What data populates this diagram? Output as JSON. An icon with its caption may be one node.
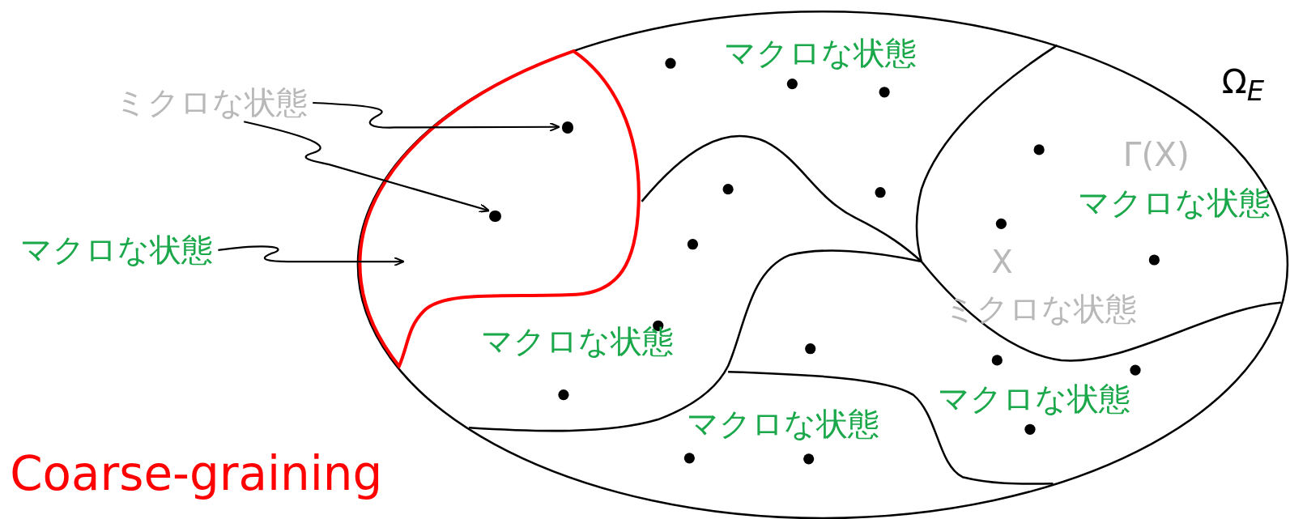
{
  "diagram": {
    "nodes": [
      {
        "text": [
          "ミクロな状態"
        ]
      },
      {
        "text": [
          "マクロな状態"
        ]
      },
      {
        "text": [],
        "shape": "blob"
      },
      {
        "text": [],
        "shape": "circle",
        "in": 2
      },
      {
        "text": [],
        "shape": "circle",
        "in": 2
      }
    ],
    "edges": [
      {
        "from": 0,
        "to": 3,
        "arrow": "to"
      },
      {
        "from": 0,
        "to": 4,
        "arrow": "to"
      },
      {
        "from": 1,
        "to": 2,
        "arrow": "to"
      }
    ],
    "labels": [
      "マクロな状態",
      "Ω$_{E}$",
      "Γ(X)",
      "マクロな状態",
      "X",
      "ミクロな状態",
      "マクロな状態",
      "マクロな状態",
      "マクロな状態",
      "Coarse-graining"
    ]
  }
}
